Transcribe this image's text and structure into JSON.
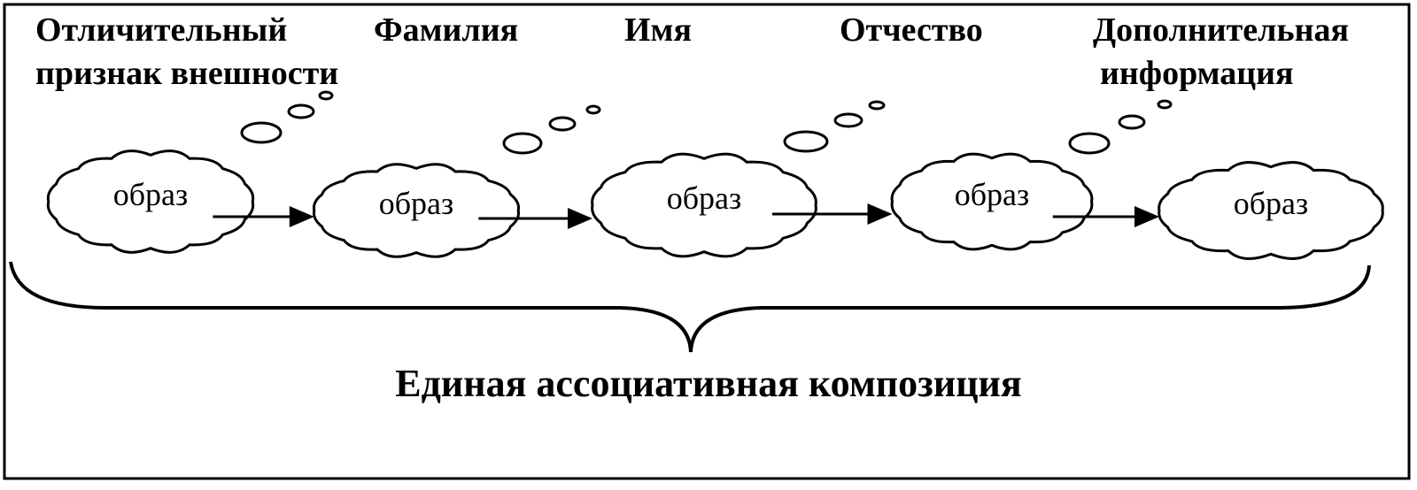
{
  "headers": [
    {
      "lines": [
        "Отличительный",
        "признак внешности"
      ]
    },
    {
      "lines": [
        "Фамилия"
      ]
    },
    {
      "lines": [
        "Имя"
      ]
    },
    {
      "lines": [
        "Отчество"
      ]
    },
    {
      "lines": [
        "Дополнительная",
        "информация"
      ]
    }
  ],
  "nodes": [
    {
      "label": "образ"
    },
    {
      "label": "образ"
    },
    {
      "label": "образ"
    },
    {
      "label": "образ"
    },
    {
      "label": "образ"
    }
  ],
  "caption": "Единая ассоциативная композиция",
  "colors": {
    "ink": "#000000",
    "background": "#ffffff"
  }
}
